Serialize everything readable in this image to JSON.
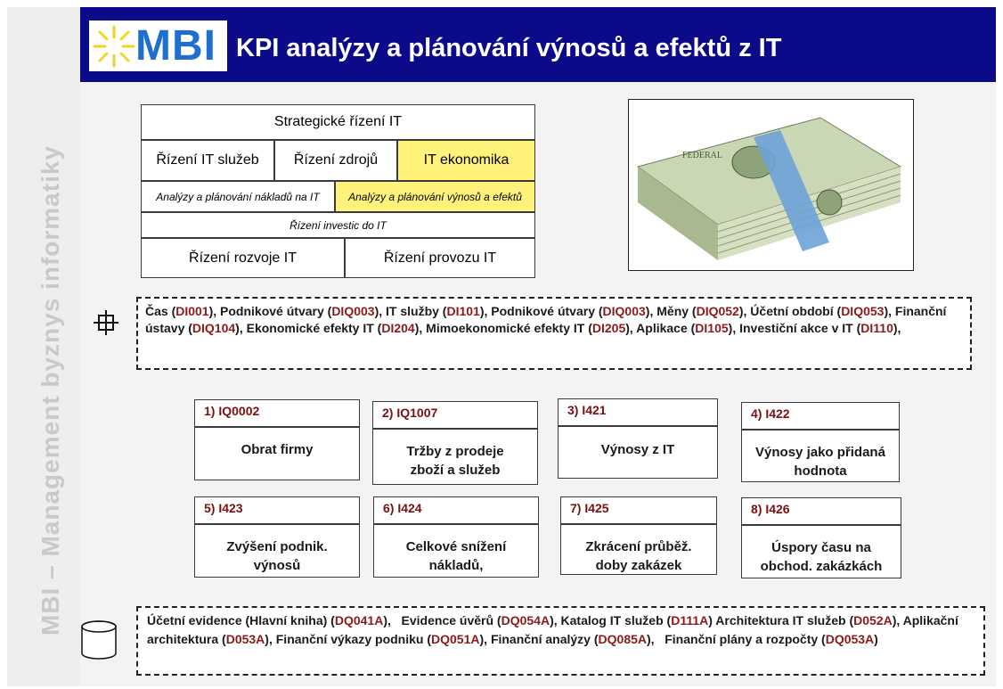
{
  "sidebar": {
    "text": "MBI – Management byznys informatiky"
  },
  "header": {
    "logo": "MBI",
    "title": "KPI analýzy a plánování výnosů a efektů z IT"
  },
  "org_table": {
    "strategic": "Strategické řízení IT",
    "services": "Řízení IT služeb",
    "resources": "Řízení  zdrojů",
    "economics": "IT ekonomika",
    "cost_analysis": "Analýzy a plánování nákladů na IT",
    "revenue_analysis": "Analýzy a plánování výnosů a efektů",
    "investment": "Řízení investic do IT",
    "development": "Řízení rozvoje IT",
    "operations": "Řízení provozu IT"
  },
  "dimensions": [
    {
      "label": "Čas (",
      "code": "DI001",
      "after": "), "
    },
    {
      "label": "Podnikové útvary (",
      "code": "DIQ003",
      "after": "), "
    },
    {
      "label": "IT služby (",
      "code": "DI101",
      "after": "), "
    },
    {
      "label": "Podnikové útvary (",
      "code": "DIQ003",
      "after": "), "
    },
    {
      "label": "Měny (",
      "code": "DIQ052",
      "after": "), "
    },
    {
      "label": "Účetní období (",
      "code": "DIQ053",
      "after": "), "
    },
    {
      "label": "Finanční ústavy (",
      "code": "DIQ104",
      "after": "), "
    },
    {
      "label": "Ekonomické efekty IT (",
      "code": "DI204",
      "after": "), "
    },
    {
      "label": "Mimoekonomické efekty IT (",
      "code": "DI205",
      "after": "), "
    },
    {
      "label": "Aplikace (",
      "code": "DI105",
      "after": "), "
    },
    {
      "label": "Investiční akce v IT (",
      "code": "DI110",
      "after": "),"
    }
  ],
  "kpis": [
    {
      "id": "1) IQ0002",
      "name": "Obrat firmy"
    },
    {
      "id": "2) IQ1007",
      "name": "Tržby z prodeje zboží a služeb"
    },
    {
      "id": "3) I421",
      "name": "Výnosy  z IT"
    },
    {
      "id": "4) I422",
      "name": "Výnosy  jako přidaná hodnota"
    },
    {
      "id": "5) I423",
      "name": "Zvýšení podnik. výnosů"
    },
    {
      "id": "6) I424",
      "name": "Celkové snížení nákladů,"
    },
    {
      "id": "7) I425",
      "name": "Zkrácení průběž. doby zakázek"
    },
    {
      "id": "8) I426",
      "name": "Úspory času na obchod. zakázkách"
    }
  ],
  "data_sources": [
    {
      "label": "Účetní evidence (Hlavní kniha) (",
      "code": "DQ041A",
      "after": "),   "
    },
    {
      "label": "Evidence úvěrů (",
      "code": "DQ054A",
      "after": "), "
    },
    {
      "label": "Katalog IT služeb (",
      "code": "D111A",
      "after": ") "
    },
    {
      "label": "Architektura IT služeb (",
      "code": "D052A",
      "after": "), "
    },
    {
      "label": "Aplikační  architektura (",
      "code": "D053A",
      "after": "), "
    },
    {
      "label": "Finanční výkazy podniku (",
      "code": "DQ051A",
      "after": "), "
    },
    {
      "label": "Finanční analýzy (",
      "code": "DQ085A",
      "after": "),   "
    },
    {
      "label": "Finanční plány a rozpočty (",
      "code": "DQ053A",
      "after": ")"
    }
  ],
  "colors": {
    "header": "#0b0b8a",
    "logo": "#1f6fd1",
    "highlight": "#fff27a",
    "code": "#8b1a1a"
  }
}
